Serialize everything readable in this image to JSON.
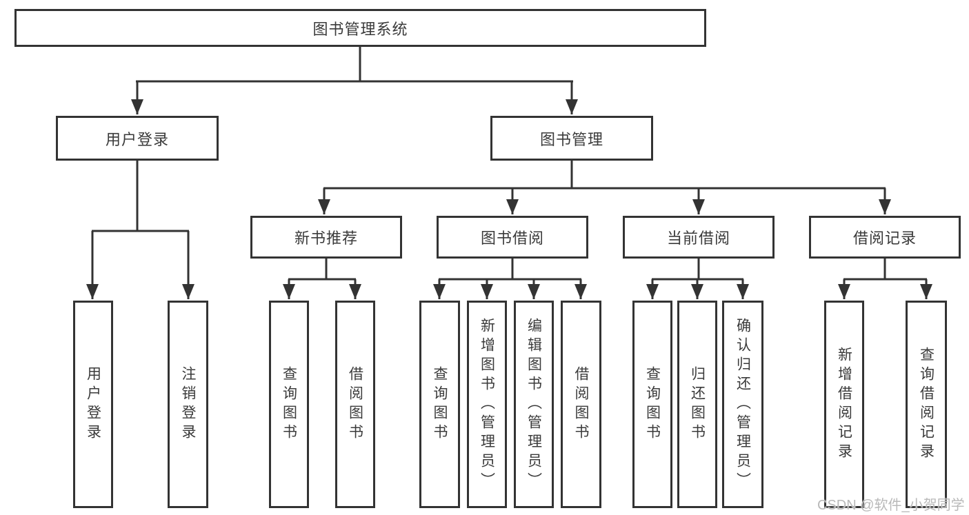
{
  "diagram": {
    "root": {
      "label": "图书管理系统"
    },
    "level2": {
      "user_login": {
        "label": "用户登录"
      },
      "book_mgmt": {
        "label": "图书管理"
      }
    },
    "level3": {
      "new_book": {
        "label": "新书推荐"
      },
      "book_borrow": {
        "label": "图书借阅"
      },
      "current_borrow": {
        "label": "当前借阅"
      },
      "borrow_record": {
        "label": "借阅记录"
      }
    },
    "leaves": {
      "user_login": [
        "用户登录",
        "注销登录"
      ],
      "new_book": [
        "查询图书",
        "借阅图书"
      ],
      "book_borrow": [
        "查询图书",
        "新增图书（管理员）",
        "编辑图书（管理员）",
        "借阅图书"
      ],
      "current_borrow": [
        "查询图书",
        "归还图书",
        "确认归还（管理员）"
      ],
      "borrow_record": [
        "新增借阅记录",
        "查询借阅记录"
      ]
    }
  },
  "watermark": "CSDN @软件_小贺同学",
  "colors": {
    "line": "#333333",
    "text": "#3a3a3a",
    "watermark": "#b9b9b9",
    "background": "#ffffff"
  }
}
